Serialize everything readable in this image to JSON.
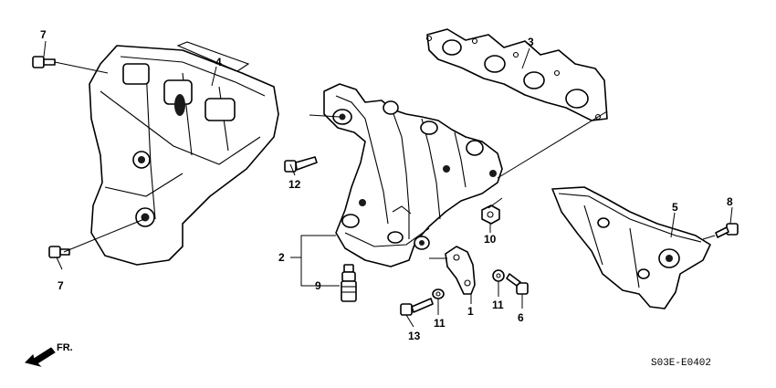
{
  "callouts": {
    "c1": "1",
    "c2": "2",
    "c3": "3",
    "c4": "4",
    "c5": "5",
    "c6": "6",
    "c7a": "7",
    "c7b": "7",
    "c8": "8",
    "c9": "9",
    "c10": "10",
    "c11a": "11",
    "c11b": "11",
    "c12": "12",
    "c13": "13"
  },
  "direction_label": "FR.",
  "diagram_code": "S03E-E0402",
  "colors": {
    "ink": "#000000",
    "paper": "#ffffff"
  }
}
